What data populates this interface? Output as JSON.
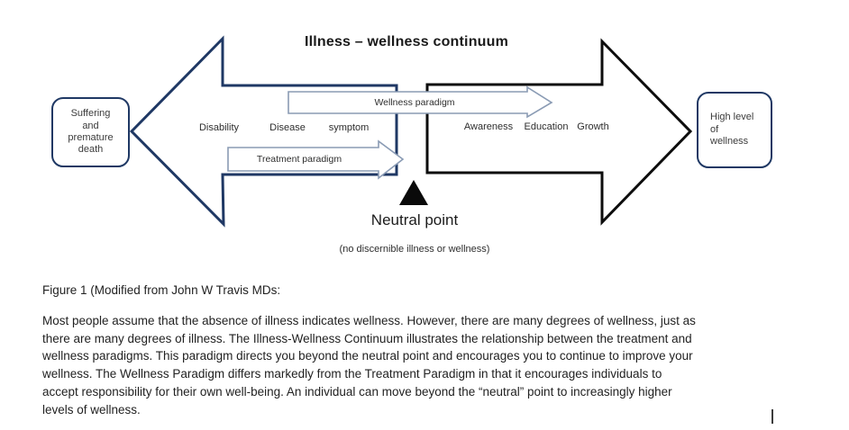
{
  "diagram": {
    "title": "Illness – wellness continuum",
    "left_box_text": "Suffering\nand\npremature\ndeath",
    "right_box_text": "High level\nof\nwellness",
    "illness_labels": [
      "Disability",
      "Disease",
      "symptom"
    ],
    "wellness_labels": [
      "Awareness",
      "Education",
      "Growth"
    ],
    "wellness_arrow_label": "Wellness paradigm",
    "treatment_arrow_label": "Treatment paradigm",
    "neutral_point_label": "Neutral point",
    "neutral_point_subtitle": "(no discernible illness or wellness)",
    "colors": {
      "navy": "#1f3864",
      "black": "#0d0d0d",
      "steel": "#8a9bb4",
      "triangle": "#0a0a0a"
    }
  },
  "text_block": {
    "figure_caption": "Figure 1 (Modified from John W Travis MDs:",
    "paragraph": "Most people assume that the absence of illness indicates wellness. However, there are many degrees of wellness, just as\nthere are many degrees of illness. The Illness-Wellness Continuum illustrates the relationship between the treatment and\nwellness paradigms. This paradigm directs you beyond the neutral point and encourages you to continue to improve your\nwellness. The Wellness Paradigm differs markedly from the Treatment Paradigm in that it encourages individuals to\naccept responsibility for their own well-being. An individual can move beyond the “neutral” point to increasingly higher\nlevels of wellness."
  }
}
